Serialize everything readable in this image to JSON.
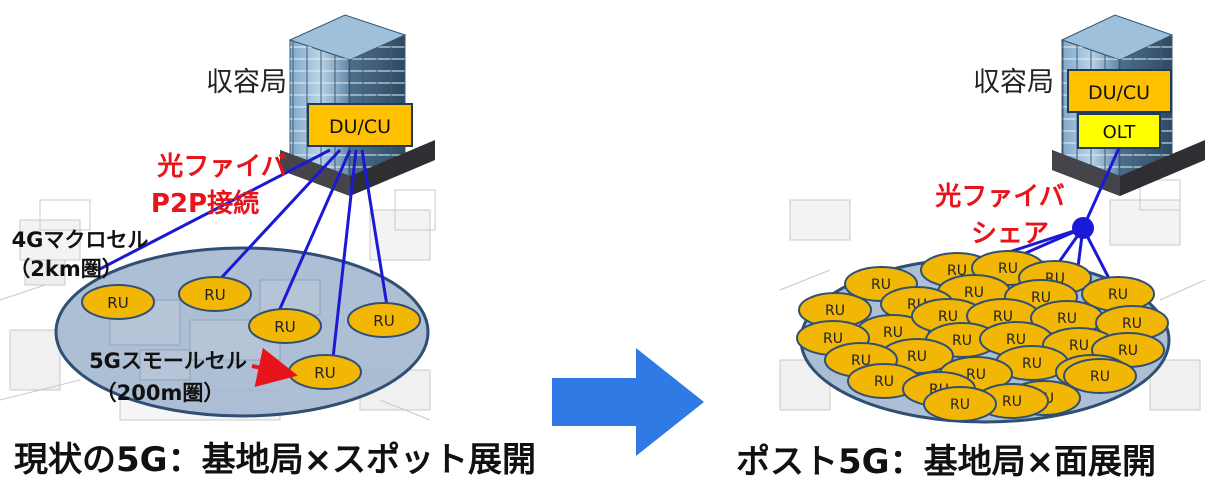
{
  "left": {
    "building_label": "収容局",
    "du_cu_label": "DU/CU",
    "fiber_label_line1": "光ファイバ",
    "fiber_label_line2": "P2P接続",
    "macro_label_line1": "4Gマクロセル",
    "macro_label_line2": "（2km圏）",
    "small_label_line1": "5Gスモールセル",
    "small_label_line2": "（200m圏）",
    "ru_label": "RU",
    "caption": "現状の5G：基地局×スポット展開"
  },
  "right": {
    "building_label": "収容局",
    "du_cu_label": "DU/CU",
    "olt_label": "OLT",
    "fiber_label_line1": "光ファイバ",
    "fiber_label_line2": "シェア",
    "ru_label": "RU",
    "caption": "ポスト5G：基地局×面展開"
  },
  "colors": {
    "fiber": "#1a1ad6",
    "fiber_text": "#e8141b",
    "ru_fill": "#f2b705",
    "ru_stroke": "#2f4f73",
    "cell_fill": "#9fb4cc",
    "cell_stroke": "#2f4f73",
    "du_fill": "#ffc000",
    "olt_fill": "#ffff00",
    "arrow": "#2f7ae5"
  },
  "icons": [
    "building-icon",
    "city-background",
    "transition-arrow-icon",
    "splitter-node-icon"
  ]
}
